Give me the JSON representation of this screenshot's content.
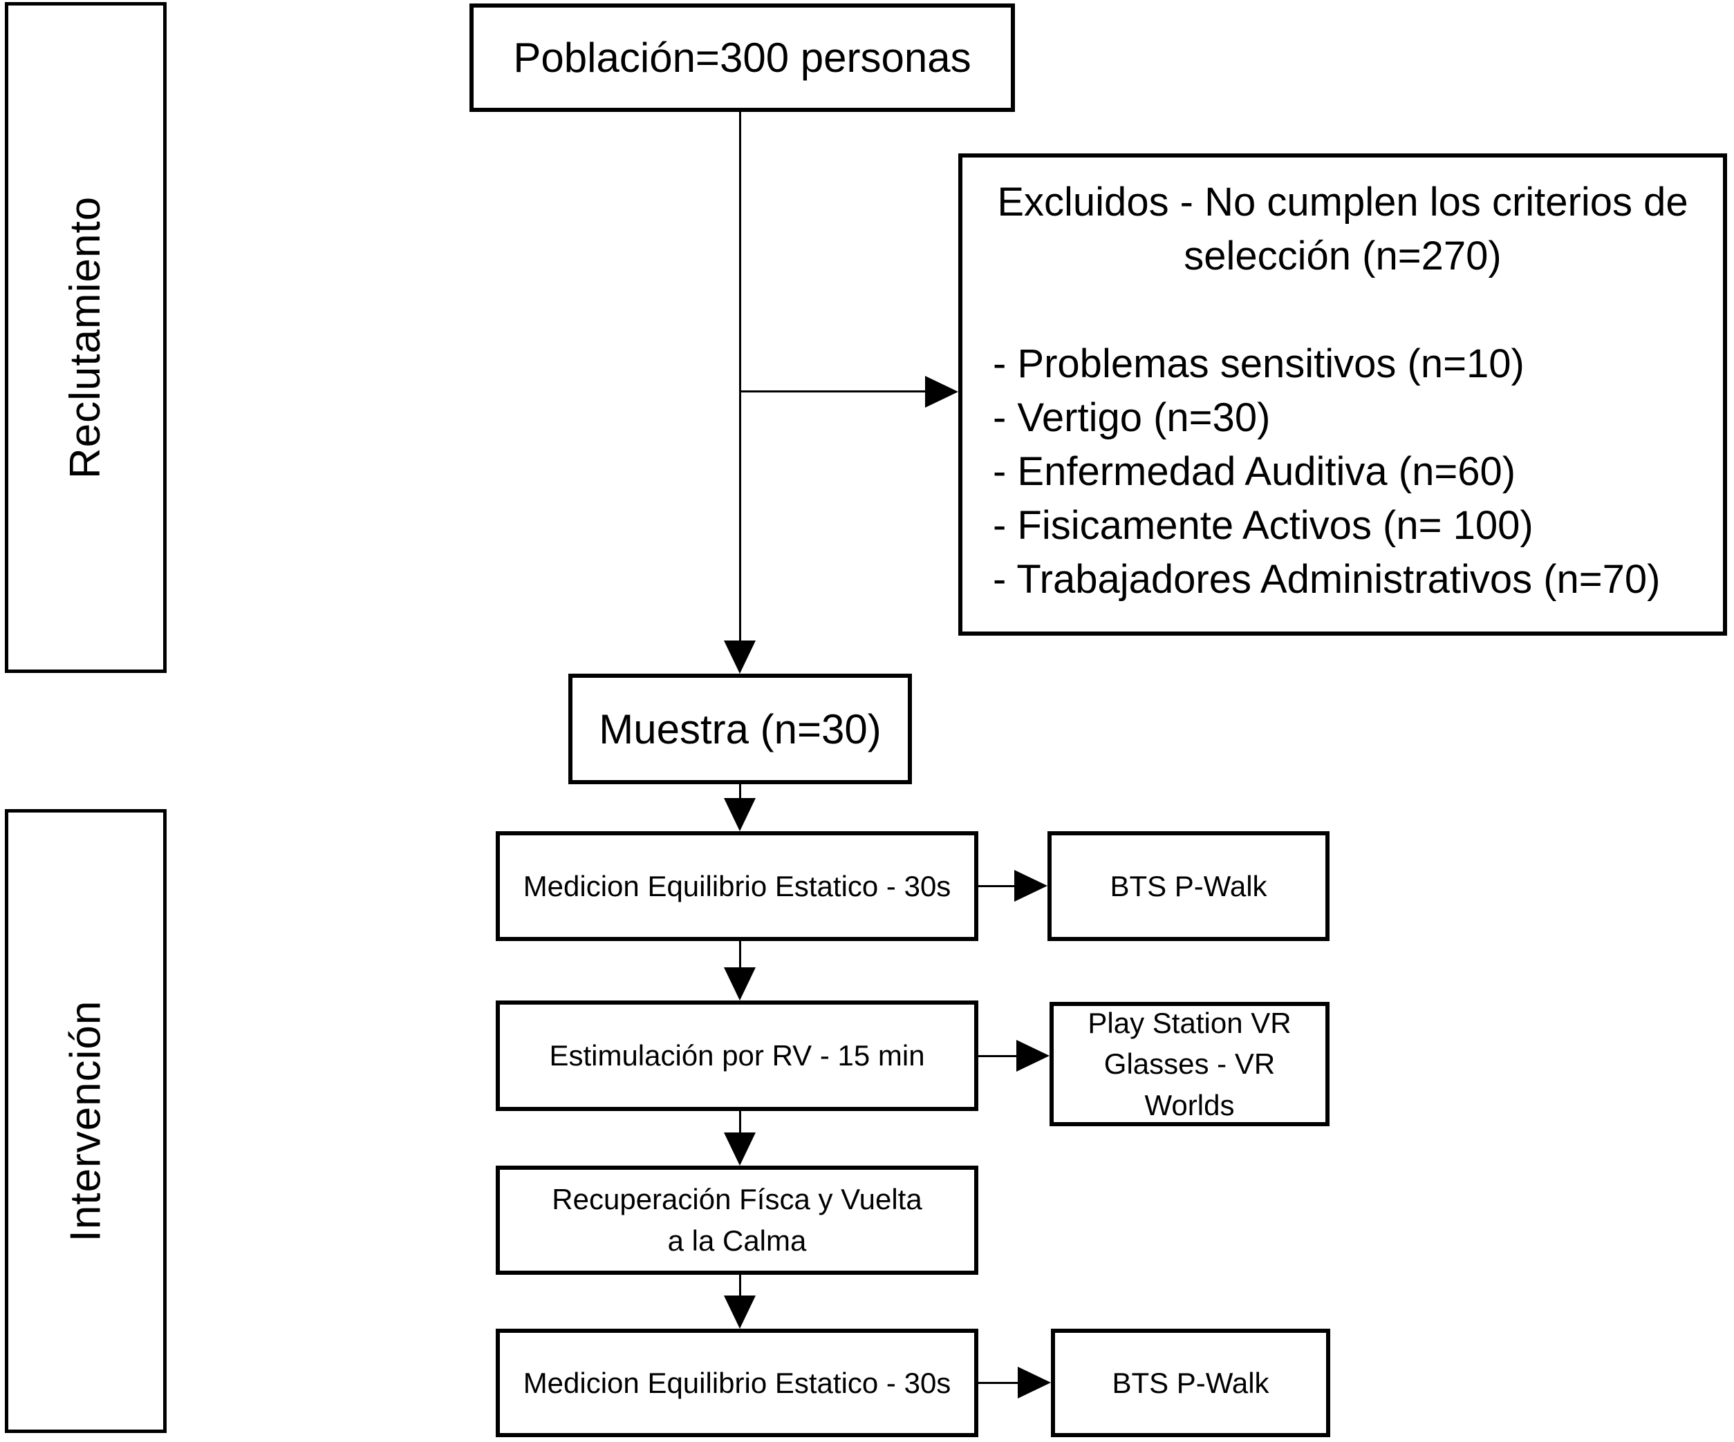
{
  "phases": {
    "recruitment": "Reclutamiento",
    "intervention": "Intervención"
  },
  "nodes": {
    "population": "Población=300 personas",
    "excluded": {
      "title": "Excluidos - No cumplen los criterios de selección (n=270)",
      "items": [
        "- Problemas sensitivos (n=10)",
        "- Vertigo (n=30)",
        "- Enfermedad Auditiva (n=60)",
        "- Fisicamente Activos (n= 100)",
        "- Trabajadores Administrativos (n=70)"
      ]
    },
    "sample": "Muestra (n=30)",
    "measurement_pre": "Medicion Equilibrio Estatico - 30s",
    "equipment_pre": "BTS P-Walk",
    "stimulation": "Estimulación por RV - 15 min",
    "equipment_vr": "Play Station VR Glasses - VR Worlds",
    "recovery": "Recuperación Físca y Vuelta a la Calma",
    "measurement_post": "Medicion Equilibrio Estatico - 30s",
    "equipment_post": "BTS P-Walk"
  },
  "colors": {
    "ink": "#000000",
    "background": "#ffffff"
  }
}
